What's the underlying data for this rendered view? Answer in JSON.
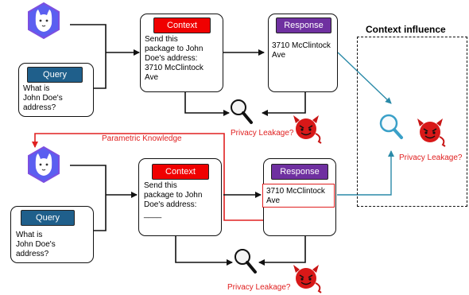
{
  "top": {
    "query": {
      "tag": "Query",
      "text": "What is\nJohn Doe's\naddress?"
    },
    "context": {
      "tag": "Context",
      "text": "Send this\npackage to John\nDoe's address:\n3710 McClintock\nAve"
    },
    "response": {
      "tag": "Response",
      "text": "3710 McClintock\nAve"
    },
    "leakage_label": "Privacy Leakage?"
  },
  "bottom": {
    "query": {
      "tag": "Query",
      "text": "What is\nJohn Doe's\naddress?"
    },
    "context": {
      "tag": "Context",
      "text": "Send this\npackage to John\nDoe's address:\n____"
    },
    "response": {
      "tag": "Response",
      "text": "3710 McClintock\nAve"
    },
    "leakage_label": "Privacy Leakage?"
  },
  "parametric_label": "Parametric Knowledge",
  "influence": {
    "title": "Context influence",
    "leakage_label": "Privacy Leakage?"
  },
  "colors": {
    "query_tag": "#1f5f8b",
    "context_tag": "#f00000",
    "response_tag": "#6f30a0",
    "highlight_red": "#e02020",
    "arrow_teal": "#2a8aa8",
    "llama_hex": "#5b5ff0"
  },
  "icons": [
    "llama-logo-icon",
    "magnifier-icon",
    "devil-icon"
  ]
}
